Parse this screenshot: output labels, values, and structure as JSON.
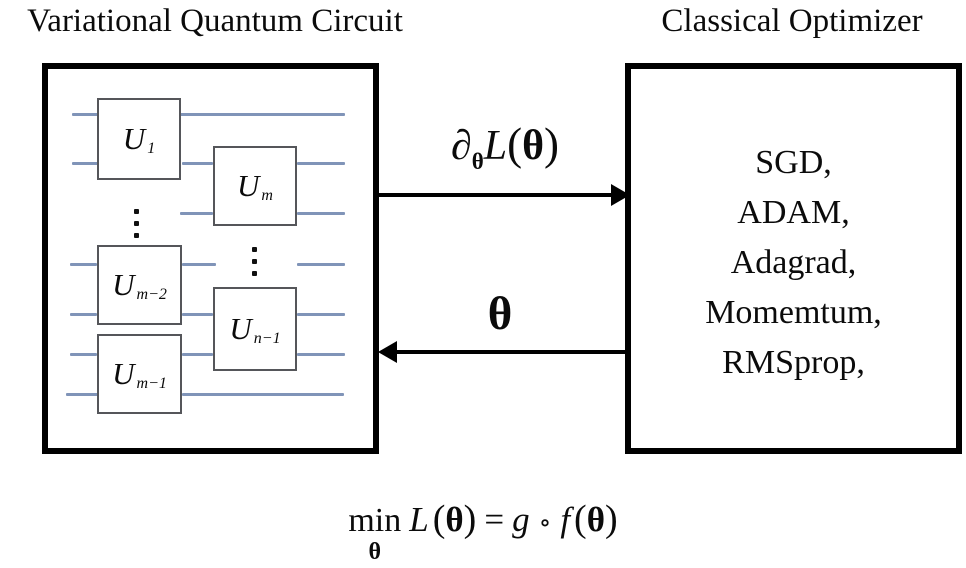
{
  "left_panel": {
    "title": "Variational Quantum Circuit",
    "gates": [
      {
        "base": "U",
        "sub": "1"
      },
      {
        "base": "U",
        "sub": "m"
      },
      {
        "base": "U",
        "sub": "m−2"
      },
      {
        "base": "U",
        "sub": "n−1"
      },
      {
        "base": "U",
        "sub": "m−1"
      }
    ]
  },
  "right_panel": {
    "title": "Classical Optimizer",
    "optimizers": [
      "SGD,",
      "ADAM,",
      "Adagrad,",
      "Momemtum,",
      "RMSprop,"
    ]
  },
  "arrows": {
    "gradient": {
      "partial": "∂",
      "sub": "θ",
      "func": "L",
      "open": "(",
      "theta": "θ",
      "close": ")"
    },
    "theta": {
      "label": "θ"
    }
  },
  "formula": {
    "min": "min",
    "min_sub": "θ",
    "loss": "L",
    "open1": "(",
    "theta1": "θ",
    "close1": ")",
    "equals": "=",
    "g": "g",
    "compose": "∘",
    "f": "f",
    "open2": "(",
    "theta2": "θ",
    "close2": ")"
  },
  "colors": {
    "wire": "#8094b8",
    "panel_border": "#000000",
    "gate_border": "#55565a",
    "text": "#000000"
  }
}
